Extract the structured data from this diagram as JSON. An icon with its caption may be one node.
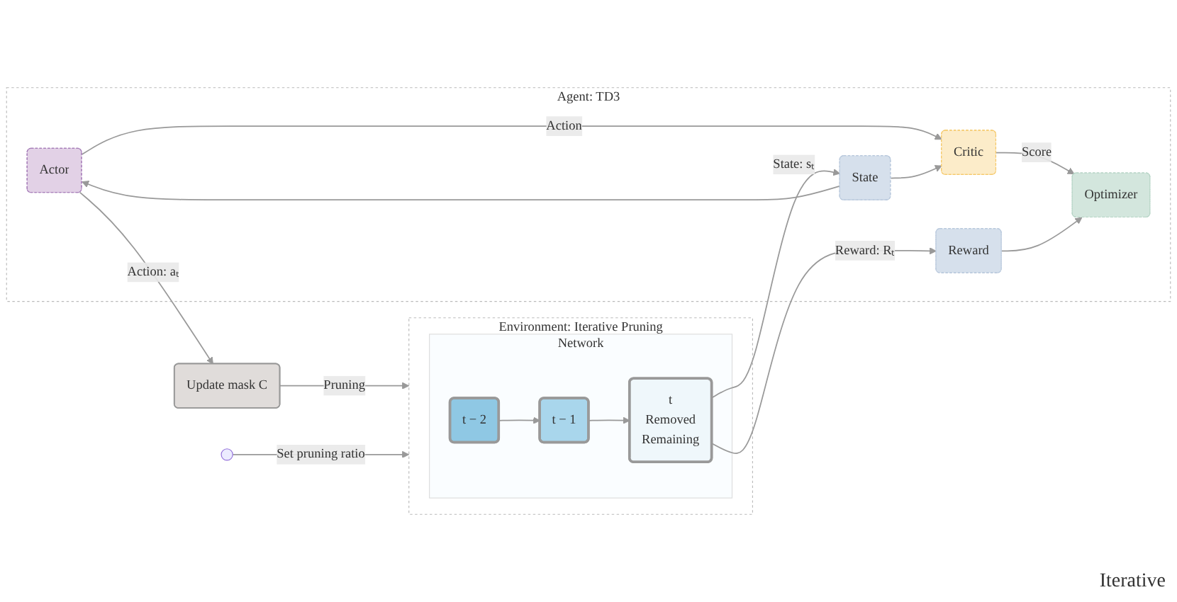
{
  "diagram": {
    "nodes": [
      {
        "text": [
          "Agent: TD3"
        ]
      },
      {
        "text": [
          "Actor"
        ],
        "in": 0
      },
      {
        "text": [
          "Critic"
        ],
        "in": 0
      },
      {
        "text": [
          "State"
        ],
        "in": 0
      },
      {
        "text": [
          "Reward"
        ],
        "in": 0
      },
      {
        "text": [
          "Optimizer"
        ],
        "in": 0
      },
      {
        "text": [
          "Update mask C"
        ]
      },
      {
        "text": [
          "Environment: Iterative Pruning"
        ]
      },
      {
        "text": [
          "Network"
        ],
        "in": 7
      },
      {
        "text": [
          "t − 2"
        ],
        "in": 8
      },
      {
        "text": [
          "t − 1"
        ],
        "in": 8
      },
      {
        "text": [
          "t",
          "Removed",
          "Remaining"
        ],
        "in": 8
      }
    ],
    "edges": [
      {
        "from": 1,
        "to": 6,
        "arrow": "to",
        "label": "Action: aₜ"
      },
      {
        "from": 6,
        "to": 7,
        "arrow": "to",
        "label": "Pruning"
      },
      {
        "from": null,
        "to": 7,
        "arrow": "to",
        "label": "Set pruning ratio"
      },
      {
        "from": 1,
        "to": 2,
        "arrow": "to",
        "label": "Action"
      },
      {
        "from": 3,
        "to": 1,
        "arrow": "to"
      },
      {
        "from": 3,
        "to": 2,
        "arrow": "to"
      },
      {
        "from": 2,
        "to": 5,
        "arrow": "to",
        "label": "Score"
      },
      {
        "from": 4,
        "to": 5,
        "arrow": "to"
      },
      {
        "from": 11,
        "to": 3,
        "arrow": "to",
        "label": "State: sₜ"
      },
      {
        "from": 11,
        "to": 4,
        "arrow": "to",
        "label": "Reward: Rₜ"
      },
      {
        "from": 9,
        "to": 10,
        "arrow": "to"
      },
      {
        "from": 10,
        "to": 11,
        "arrow": "to"
      }
    ],
    "labels": [
      "Iterative"
    ]
  }
}
